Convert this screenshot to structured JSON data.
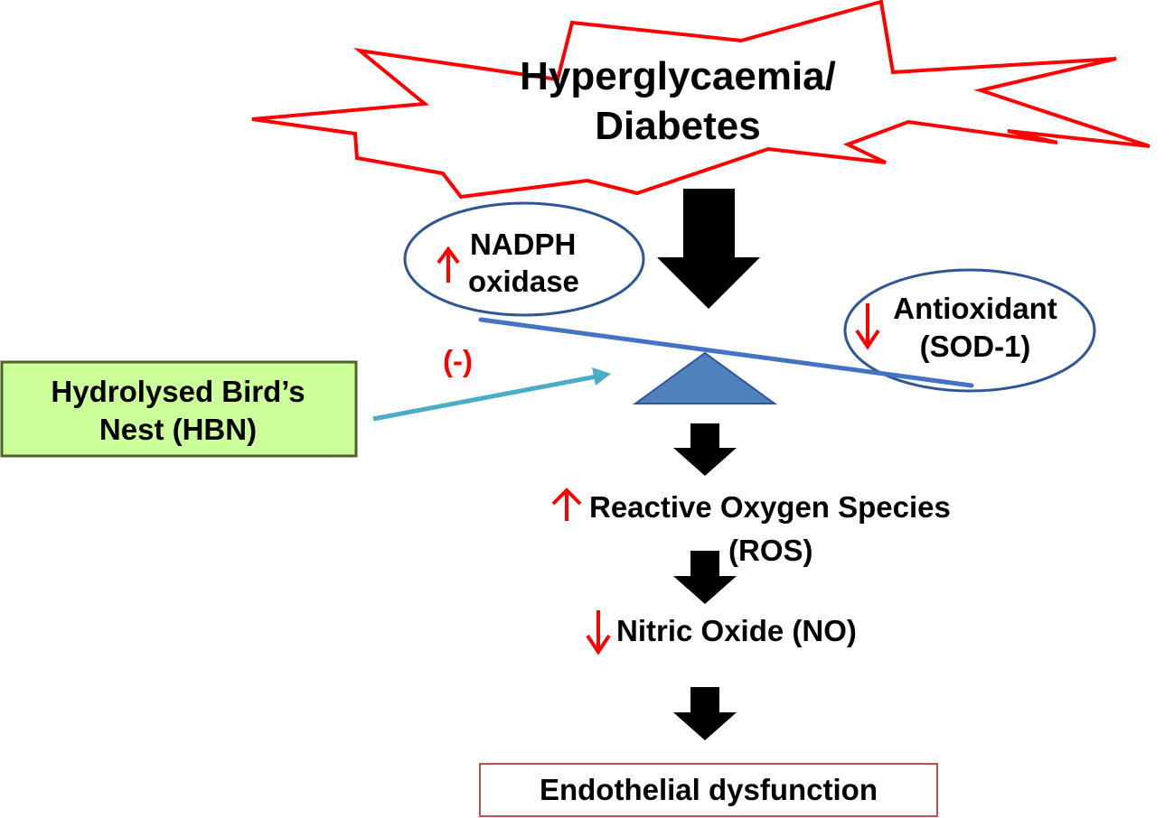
{
  "diagram": {
    "trigger": {
      "line1": "Hyperglycaemia/",
      "line2": "Diabetes"
    },
    "nadph": {
      "line1": "NADPH",
      "line2": "oxidase"
    },
    "antioxidant": {
      "line1": "Antioxidant",
      "line2": "(SOD-1)"
    },
    "hbn": {
      "line1": "Hydrolysed Bird’s",
      "line2": "Nest (HBN)"
    },
    "inhibition": "(-)",
    "ros": {
      "line1": "Reactive Oxygen Species",
      "line2": "(ROS)"
    },
    "no": "Nitric Oxide (NO)",
    "outcome": "Endothelial dysfunction",
    "colors": {
      "burst_stroke": "#ff0000",
      "ellipse_stroke": "#2f5597",
      "beam": "#4472c4",
      "fulcrum": "#4f81bd",
      "hbn_fill": "#ccff99",
      "hbn_border": "#4f6228",
      "hbn_arrow": "#4bacc6",
      "up_down_arrow": "#ff0000",
      "flow_arrow": "#000000",
      "outcome_border": "#c0504d"
    }
  }
}
